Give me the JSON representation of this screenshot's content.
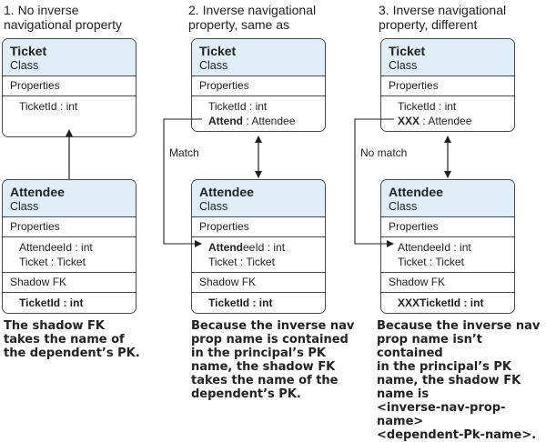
{
  "columns": [
    {
      "title_line1": "1. No inverse",
      "title_line2": "navigational property",
      "principal": {
        "name": "Ticket",
        "kind": "Class",
        "section": "Properties",
        "items": [
          "TicketId : int"
        ]
      },
      "dependent": {
        "name": "Attendee",
        "kind": "Class",
        "section": "Properties",
        "items": [
          "AttendeeId : int",
          "Ticket : Ticket"
        ],
        "fk_section": "Shadow FK",
        "fk": "TicketId : int"
      },
      "note": [
        "The shadow FK",
        "takes the name of",
        "the dependent’s PK."
      ]
    },
    {
      "title_line1": "2. Inverse navigational",
      "title_line2": "property, same as",
      "principal": {
        "name": "Ticket",
        "kind": "Class",
        "section": "Properties",
        "item1": "TicketId : int",
        "nav_bold": "Attend",
        "nav_rest": " : Attendee"
      },
      "dependent": {
        "name": "Attendee",
        "kind": "Class",
        "section": "Properties",
        "pk_bold": "Attend",
        "pk_rest": "eeId : int",
        "item2": "Ticket : Ticket",
        "fk_section": "Shadow FK",
        "fk": "TicketId : int"
      },
      "link_label": "Match",
      "note": [
        "Because the inverse nav",
        "prop name is contained",
        "in the principal’s PK",
        "name, the shadow FK",
        "takes the name of the",
        "dependent’s PK."
      ]
    },
    {
      "title_line1": "3. Inverse navigational",
      "title_line2": "property, different",
      "principal": {
        "name": "Ticket",
        "kind": "Class",
        "section": "Properties",
        "item1": "TicketId : int",
        "nav_bold": "XXX",
        "nav_rest": " : Attendee"
      },
      "dependent": {
        "name": "Attendee",
        "kind": "Class",
        "section": "Properties",
        "item1": "AttendeeId : int",
        "item2": "Ticket : Ticket",
        "fk_section": "Shadow FK",
        "fk": "XXXTicketId : int"
      },
      "link_label": "No match",
      "note": [
        "Because the inverse nav",
        "prop name isn’t contained",
        "in the principal’s PK",
        "name, the shadow FK name is",
        "<inverse-nav-prop-name>",
        "<dependent-Pk-name>."
      ]
    }
  ],
  "colors": {
    "header_fill": "#e0eefa",
    "border": "#4a4a4a",
    "text": "#222222"
  }
}
